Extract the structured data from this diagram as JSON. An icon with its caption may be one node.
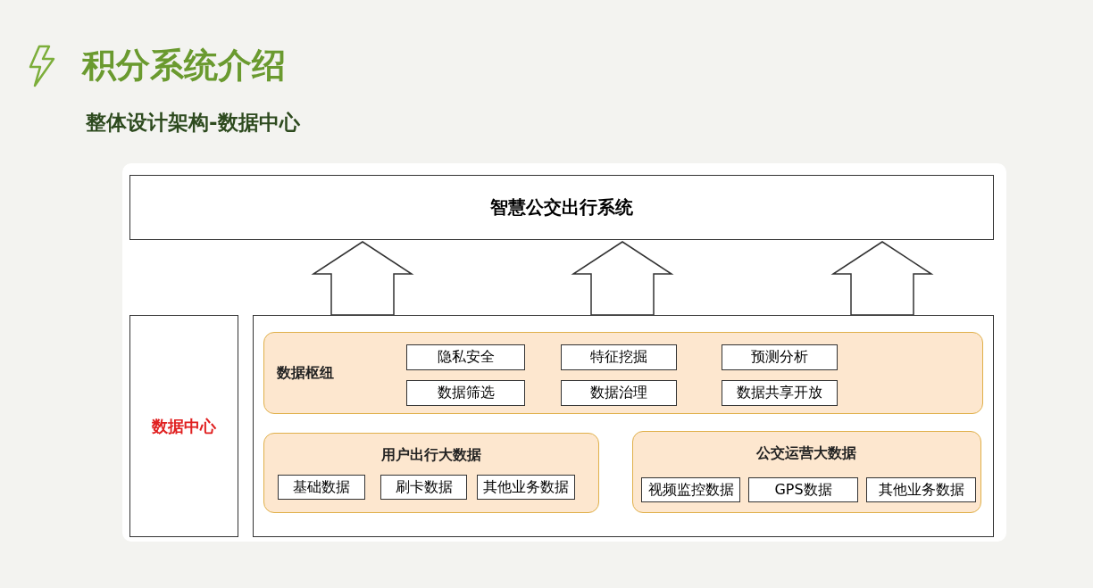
{
  "diagram": {
    "title": "积分系统介绍",
    "nodes": [
      {
        "text": [
          "智慧公交出行系统"
        ]
      },
      {
        "text": [
          "数据中心"
        ]
      },
      {
        "text": [],
        "shape": "box"
      },
      {
        "text": [
          "数据枢纽"
        ],
        "in": 2
      },
      {
        "text": [
          "隐私安全"
        ],
        "in": 3
      },
      {
        "text": [
          "特征挖掘"
        ],
        "in": 3
      },
      {
        "text": [
          "预测分析"
        ],
        "in": 3
      },
      {
        "text": [
          "数据筛选"
        ],
        "in": 3
      },
      {
        "text": [
          "数据治理"
        ],
        "in": 3
      },
      {
        "text": [
          "数据共享开放"
        ],
        "in": 3
      },
      {
        "text": [
          "用户出行大数据"
        ],
        "in": 2
      },
      {
        "text": [
          "基础数据"
        ],
        "in": 10
      },
      {
        "text": [
          "刷卡数据"
        ],
        "in": 10
      },
      {
        "text": [
          "其他业务数据"
        ],
        "in": 10
      },
      {
        "text": [
          "公交运营大数据"
        ],
        "in": 2
      },
      {
        "text": [
          "视频监控数据"
        ],
        "in": 14
      },
      {
        "text": [
          "GPS数据"
        ],
        "in": 14
      },
      {
        "text": [
          "其他业务数据"
        ],
        "in": 14
      }
    ],
    "edges": [
      {
        "from": 2,
        "to": 0,
        "arrow": "to"
      },
      {
        "from": 2,
        "to": 0,
        "arrow": "to"
      },
      {
        "from": 2,
        "to": 0,
        "arrow": "to"
      }
    ],
    "labels": [
      "整体设计架构-数据中心"
    ]
  }
}
